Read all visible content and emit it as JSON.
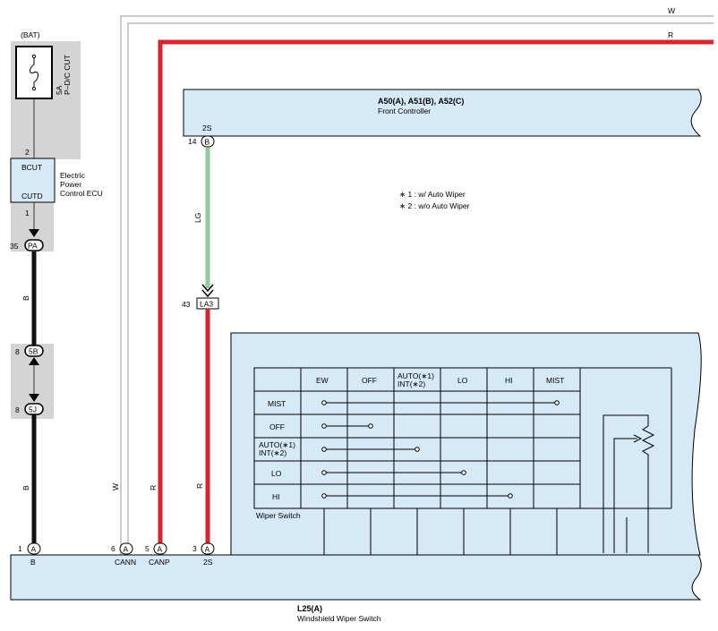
{
  "colors": {
    "panel": "#d6e9f6",
    "shade": "#d4d4d4",
    "wire_r": "#d9232d",
    "wire_lg": "#92c89a",
    "wire_b": "#111111",
    "wire_w": "#9a9a9a"
  },
  "icons": {
    "fuse": "fuse-icon",
    "arrow": "connector-arrow-icon",
    "resistor": "variable-resistor-icon"
  },
  "fuse": {
    "source": "(BAT)",
    "rating": "5A",
    "name": "P–D/C CUT"
  },
  "ecu": {
    "name": [
      "Electric",
      "Power",
      "Control ECU"
    ],
    "terminal_top": "BCUT",
    "terminal_bottom": "CUTD",
    "pin_top": "2",
    "pin_bottom": "1"
  },
  "front_controller": {
    "code": "A50(A), A51(B), A52(C)",
    "name": "Front Controller",
    "terminal": "2S",
    "pin": "14",
    "connector": "B"
  },
  "notes": [
    "∗ 1 : w/ Auto Wiper",
    "∗ 2 : w/o Auto Wiper"
  ],
  "top_wires": {
    "w": "W",
    "r": "R"
  },
  "junctions": [
    {
      "pin": "35",
      "label": "PA"
    },
    {
      "pin": "8",
      "label": "5B"
    },
    {
      "pin": "8",
      "label": "5J"
    },
    {
      "pin": "43",
      "label": "LA3"
    }
  ],
  "wire_labels": {
    "b1": "B",
    "b2": "B",
    "lg": "LG",
    "w": "W",
    "r_canp": "R",
    "r_2s": "R"
  },
  "switch_table": {
    "title": "Wiper Switch",
    "columns": [
      "EW",
      "OFF",
      "AUTO(∗1)",
      "INT(∗2)",
      "LO",
      "HI",
      "MIST"
    ],
    "rows": [
      "MIST",
      "OFF",
      "AUTO(∗1)",
      "INT(∗2)",
      "LO",
      "HI"
    ]
  },
  "wiper_switch": {
    "code": "L25(A)",
    "name": "Windshield Wiper Switch",
    "terminals": [
      {
        "pin": "1",
        "connector": "A",
        "name": "B"
      },
      {
        "pin": "6",
        "connector": "A",
        "name": "CANN"
      },
      {
        "pin": "5",
        "connector": "A",
        "name": "CANP"
      },
      {
        "pin": "3",
        "connector": "A",
        "name": "2S"
      }
    ]
  }
}
